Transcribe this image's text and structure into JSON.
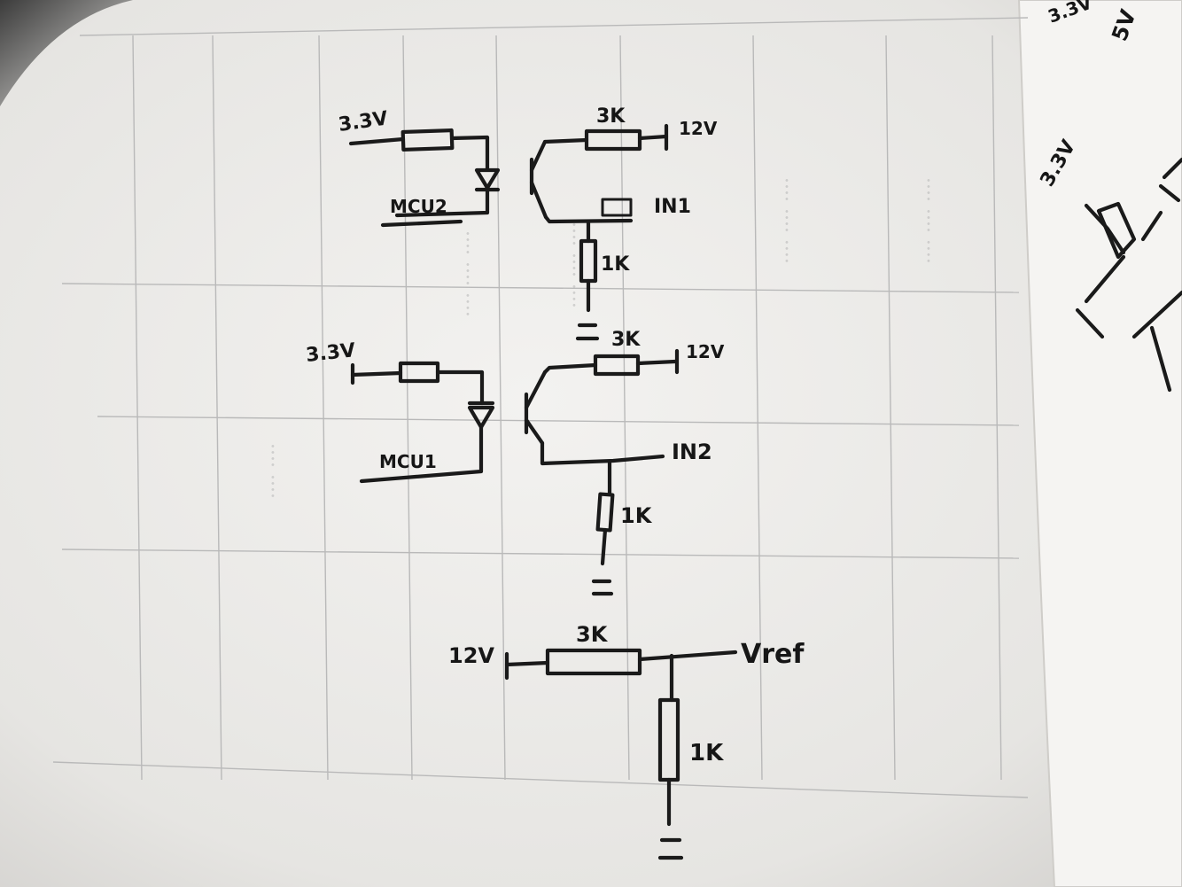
{
  "circuits": [
    {
      "supply_left": "3.3V",
      "mcu_label": "MCU2",
      "collector_resistor": "3K",
      "supply_right": "12V",
      "output_label": "IN1",
      "emitter_resistor": "1K",
      "ground": "="
    },
    {
      "supply_left": "3.3V",
      "mcu_label": "MCU1",
      "collector_resistor": "3K",
      "supply_right": "12V",
      "output_label": "IN2",
      "emitter_resistor": "1K",
      "ground": "="
    }
  ],
  "divider": {
    "supply": "12V",
    "top_resistor": "3K",
    "output_label": "Vref",
    "bottom_resistor": "1K",
    "ground": "="
  },
  "margin_notes": {
    "top_right_1": "3.3V",
    "top_right_2": "5V",
    "right_edge": "3.3V"
  },
  "colors": {
    "paper": "#f1f0ee",
    "ink": "#1a1a1a",
    "bleed_through": "#b9b9b9",
    "shadow": "#3a3a3a"
  }
}
